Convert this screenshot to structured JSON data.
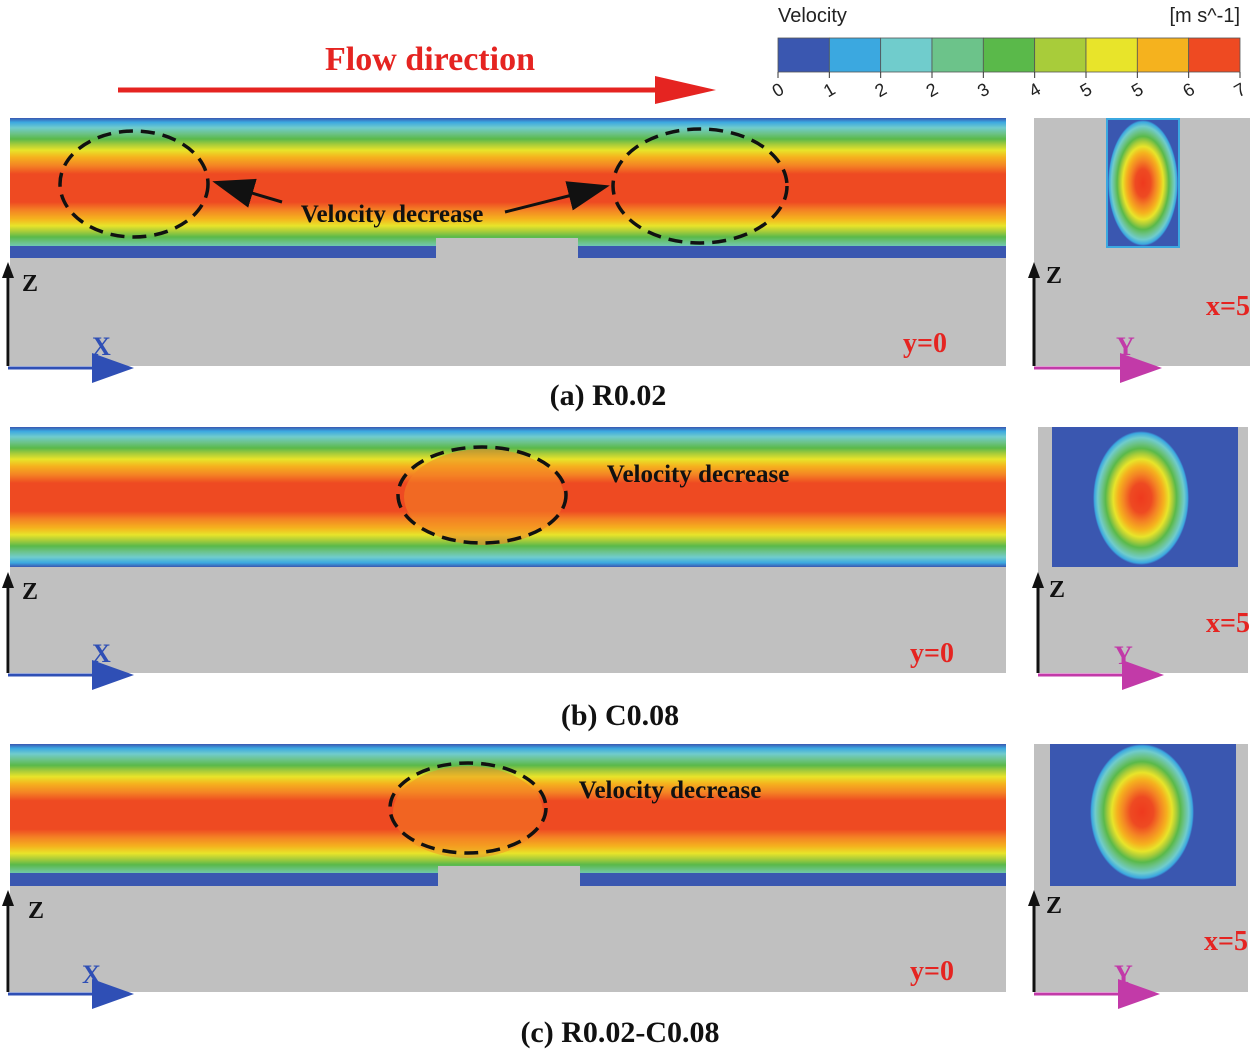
{
  "header": {
    "flow_label": "Flow direction",
    "flow_color": "#e52421"
  },
  "colorbar": {
    "title": "Velocity",
    "unit": "[m s^-1]",
    "ticks": [
      "0",
      "1",
      "2",
      "2",
      "3",
      "4",
      "5",
      "5",
      "6",
      "7"
    ],
    "colors": [
      "#3a57b0",
      "#3ba8e0",
      "#70cccc",
      "#6cc38a",
      "#5ab94a",
      "#a8cc3a",
      "#e8e42a",
      "#f5b21e",
      "#ee4a22"
    ]
  },
  "panels": [
    {
      "caption": "(a) R0.02",
      "annotation": "Velocity decrease",
      "plane_label": "y=0",
      "section_label": "x=5",
      "x_axis": "X",
      "y_axis": "Y",
      "z_axis": "Z"
    },
    {
      "caption": "(b) C0.08",
      "annotation": "Velocity decrease",
      "plane_label": "y=0",
      "section_label": "x=5",
      "x_axis": "X",
      "y_axis": "Y",
      "z_axis": "Z"
    },
    {
      "caption": "(c) R0.02-C0.08",
      "annotation": "Velocity decrease",
      "plane_label": "y=0",
      "section_label": "x=5",
      "x_axis": "X",
      "y_axis": "Y",
      "z_axis": "Z"
    }
  ],
  "colors": {
    "label_red": "#e52421",
    "x_axis_blue": "#2f4fb5",
    "y_axis_magenta": "#c23aa8",
    "solid_gray": "#c0c0c0"
  }
}
